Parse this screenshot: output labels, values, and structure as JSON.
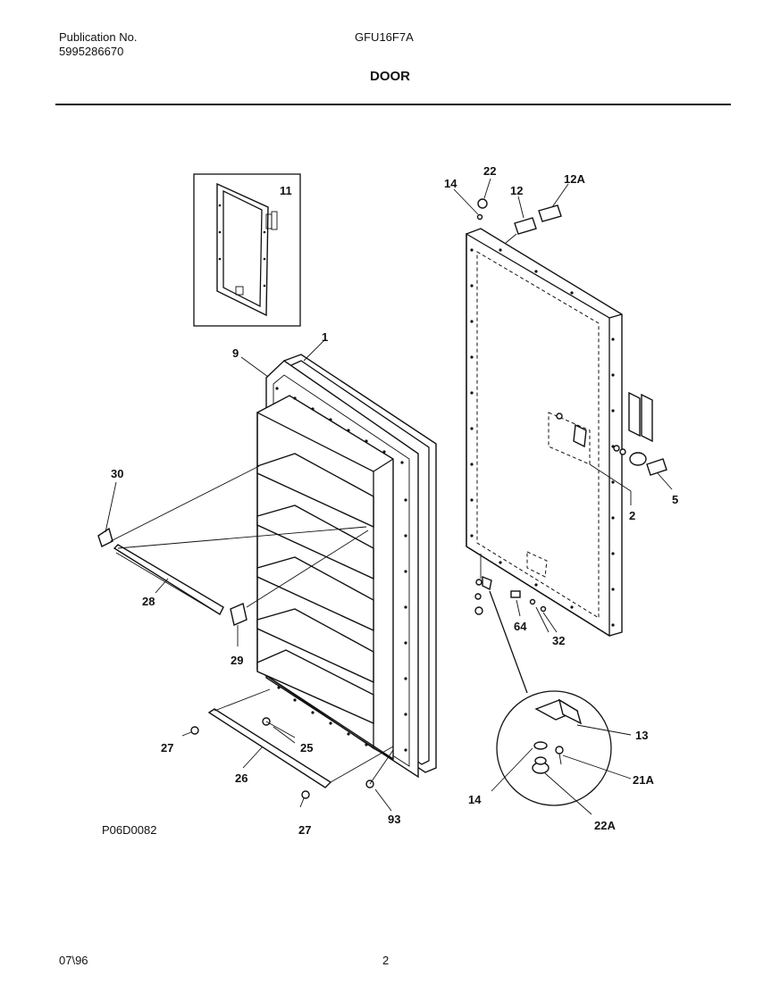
{
  "header": {
    "publication_label": "Publication No.",
    "publication_number": "5995286670",
    "model": "GFU16F7A",
    "section_title": "DOOR"
  },
  "diagram": {
    "code": "P06D0082",
    "callouts": [
      "1",
      "2",
      "5",
      "9",
      "11",
      "12",
      "12A",
      "13",
      "14",
      "14",
      "21A",
      "22",
      "22A",
      "25",
      "26",
      "27",
      "27",
      "28",
      "29",
      "30",
      "32",
      "64",
      "93"
    ]
  },
  "footer": {
    "date": "07\\96",
    "page_number": "2"
  }
}
